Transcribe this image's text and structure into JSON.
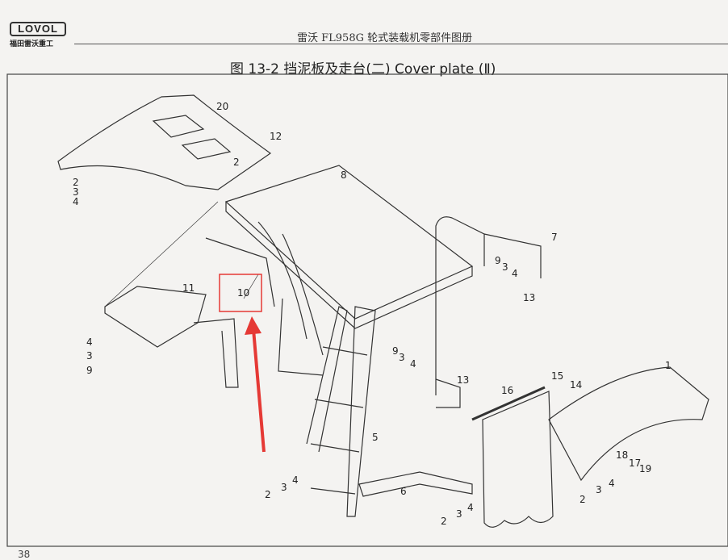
{
  "header": {
    "logo_text": "LOVOL",
    "logo_subtext": "福田雷沃重工",
    "book_title": "雷沃 FL958G 轮式装载机零部件图册",
    "figure_title": "图 13-2  挡泥板及走台(二)  Cover plate (Ⅱ)"
  },
  "callouts": [
    "20",
    "12",
    "2",
    "2",
    "3",
    "4",
    "8",
    "7",
    "9",
    "3",
    "4",
    "10",
    "11",
    "13",
    "4",
    "3",
    "9",
    "9",
    "3",
    "4",
    "13",
    "15",
    "14",
    "16",
    "1",
    "5",
    "18",
    "17",
    "19",
    "6",
    "4",
    "3",
    "2",
    "4",
    "3",
    "2",
    "4",
    "3",
    "2"
  ],
  "highlight": {
    "target_callout": "10",
    "color": "#e53935"
  },
  "footer": {
    "page_number": "38"
  }
}
